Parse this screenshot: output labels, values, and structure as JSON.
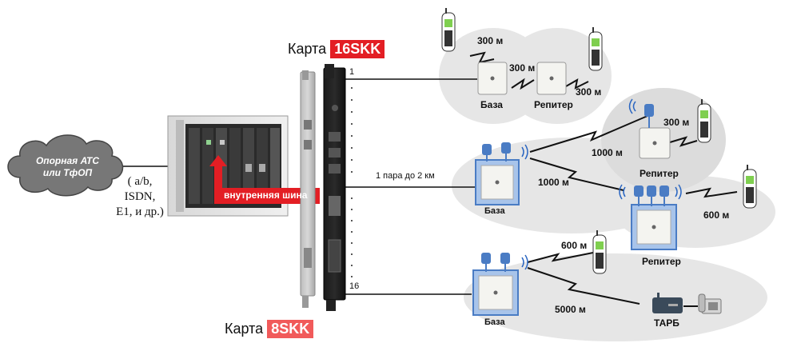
{
  "diagram": {
    "card_16": {
      "prefix": "Карта",
      "code": "16SKK"
    },
    "card_8": {
      "prefix": "Карта",
      "code": "8SKK"
    },
    "cloud": {
      "line1": "Опорная АТС",
      "line2": "или ТфОП"
    },
    "interfaces": {
      "line1": "( a/b,",
      "line2": "ISDN,",
      "line3": "E1, и др.)"
    },
    "bus_label": "внутренняя шина",
    "port_top": "1",
    "port_bottom": "16",
    "pair_label": "1 пара до 2 км",
    "distances": {
      "d1": "300 м",
      "d2": "300 м",
      "d3": "300 м",
      "d4": "300 м",
      "d5": "1000 м",
      "d6": "1000 м",
      "d7": "600 м",
      "d8": "600 м",
      "d9": "5000 м"
    },
    "devices": {
      "base1": "База",
      "repeater1": "Репитер",
      "base2": "База",
      "repeater2": "Репитер",
      "repeater3": "Репитер",
      "base3": "База",
      "tarb": "ТАРБ"
    },
    "colors": {
      "accent_red": "#e31e24",
      "light_red": "#f15a5a",
      "zone_gray": "#e6e6e6",
      "base_blue": "#4a7cc4"
    }
  }
}
